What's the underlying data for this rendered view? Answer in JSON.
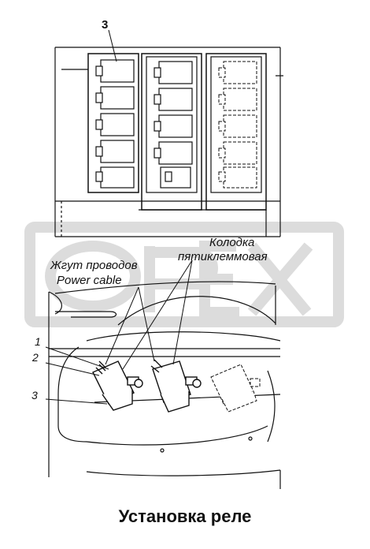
{
  "colors": {
    "ink": "#111111",
    "watermark": "#dcdcdc",
    "background": "#ffffff"
  },
  "watermark": {
    "text": "OPEX"
  },
  "top_view": {
    "callout": "3"
  },
  "labels": {
    "connector_line1": "Колодка",
    "connector_line2": "пятиклеммовая",
    "harness_line1": "Жгут проводов",
    "harness_line2": "Power cable"
  },
  "callouts": {
    "one": "1",
    "two": "2",
    "three": "3"
  },
  "caption": "Установка реле"
}
